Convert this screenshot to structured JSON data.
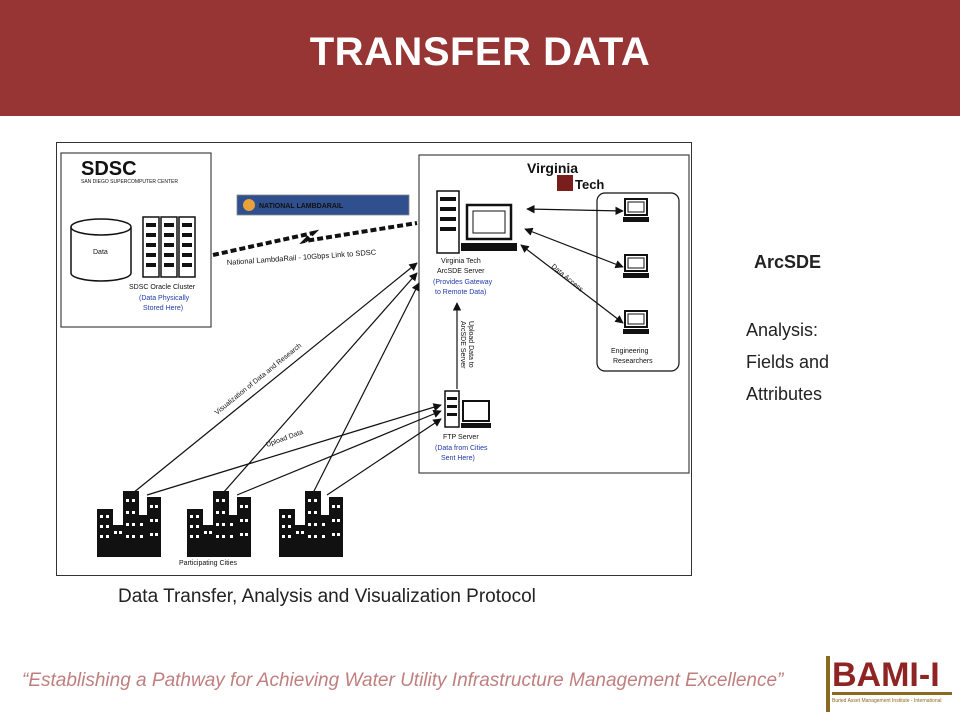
{
  "slide": {
    "title": "TRANSFER DATA",
    "caption": "Data Transfer, Analysis and Visualization Protocol",
    "side_heading": "ArcSDE",
    "side_lines": [
      "Analysis:",
      "Fields and",
      "Attributes"
    ],
    "tagline": "“Establishing a Pathway for Achieving Water Utility Infrastructure Management Excellence”",
    "logo_text": "BAMI-I",
    "logo_sub": "Buried Asset Management Institute - International",
    "colors": {
      "header": "#973535",
      "tagline": "#c07f7f",
      "logo": "#8e2424"
    }
  },
  "diagram": {
    "sdsc": {
      "logo": "SDSC",
      "subtitle": "SAN DIEGO SUPERCOMPUTER CENTER",
      "data_label": "Data",
      "cluster_label": "SDSC Oracle Cluster",
      "cluster_note_1": "(Data Physically",
      "cluster_note_2": "Stored Here)"
    },
    "nlr_banner": "NATIONAL LAMBDARAIL",
    "nlr_link": "National LambdaRail - 10Gbps Link to SDSC",
    "vt": {
      "name_1": "Virginia",
      "name_2": "Tech",
      "server_1": "Virginia Tech",
      "server_2": "ArcSDE Server",
      "server_note_1": "(Provides Gateway",
      "server_note_2": "to Remote Data)",
      "data_access": "Data Access",
      "upload_1": "Upload Data to",
      "upload_2": "ArcSDE Server",
      "ftp_1": "FTP Server",
      "ftp_note_1": "(Data from Cities",
      "ftp_note_2": "Sent Here)",
      "researchers_1": "Engineering",
      "researchers_2": "Researchers"
    },
    "visualization": "Visualization of Data and Research",
    "upload_data": "Upload Data",
    "cities_label": "Participating Cities"
  }
}
